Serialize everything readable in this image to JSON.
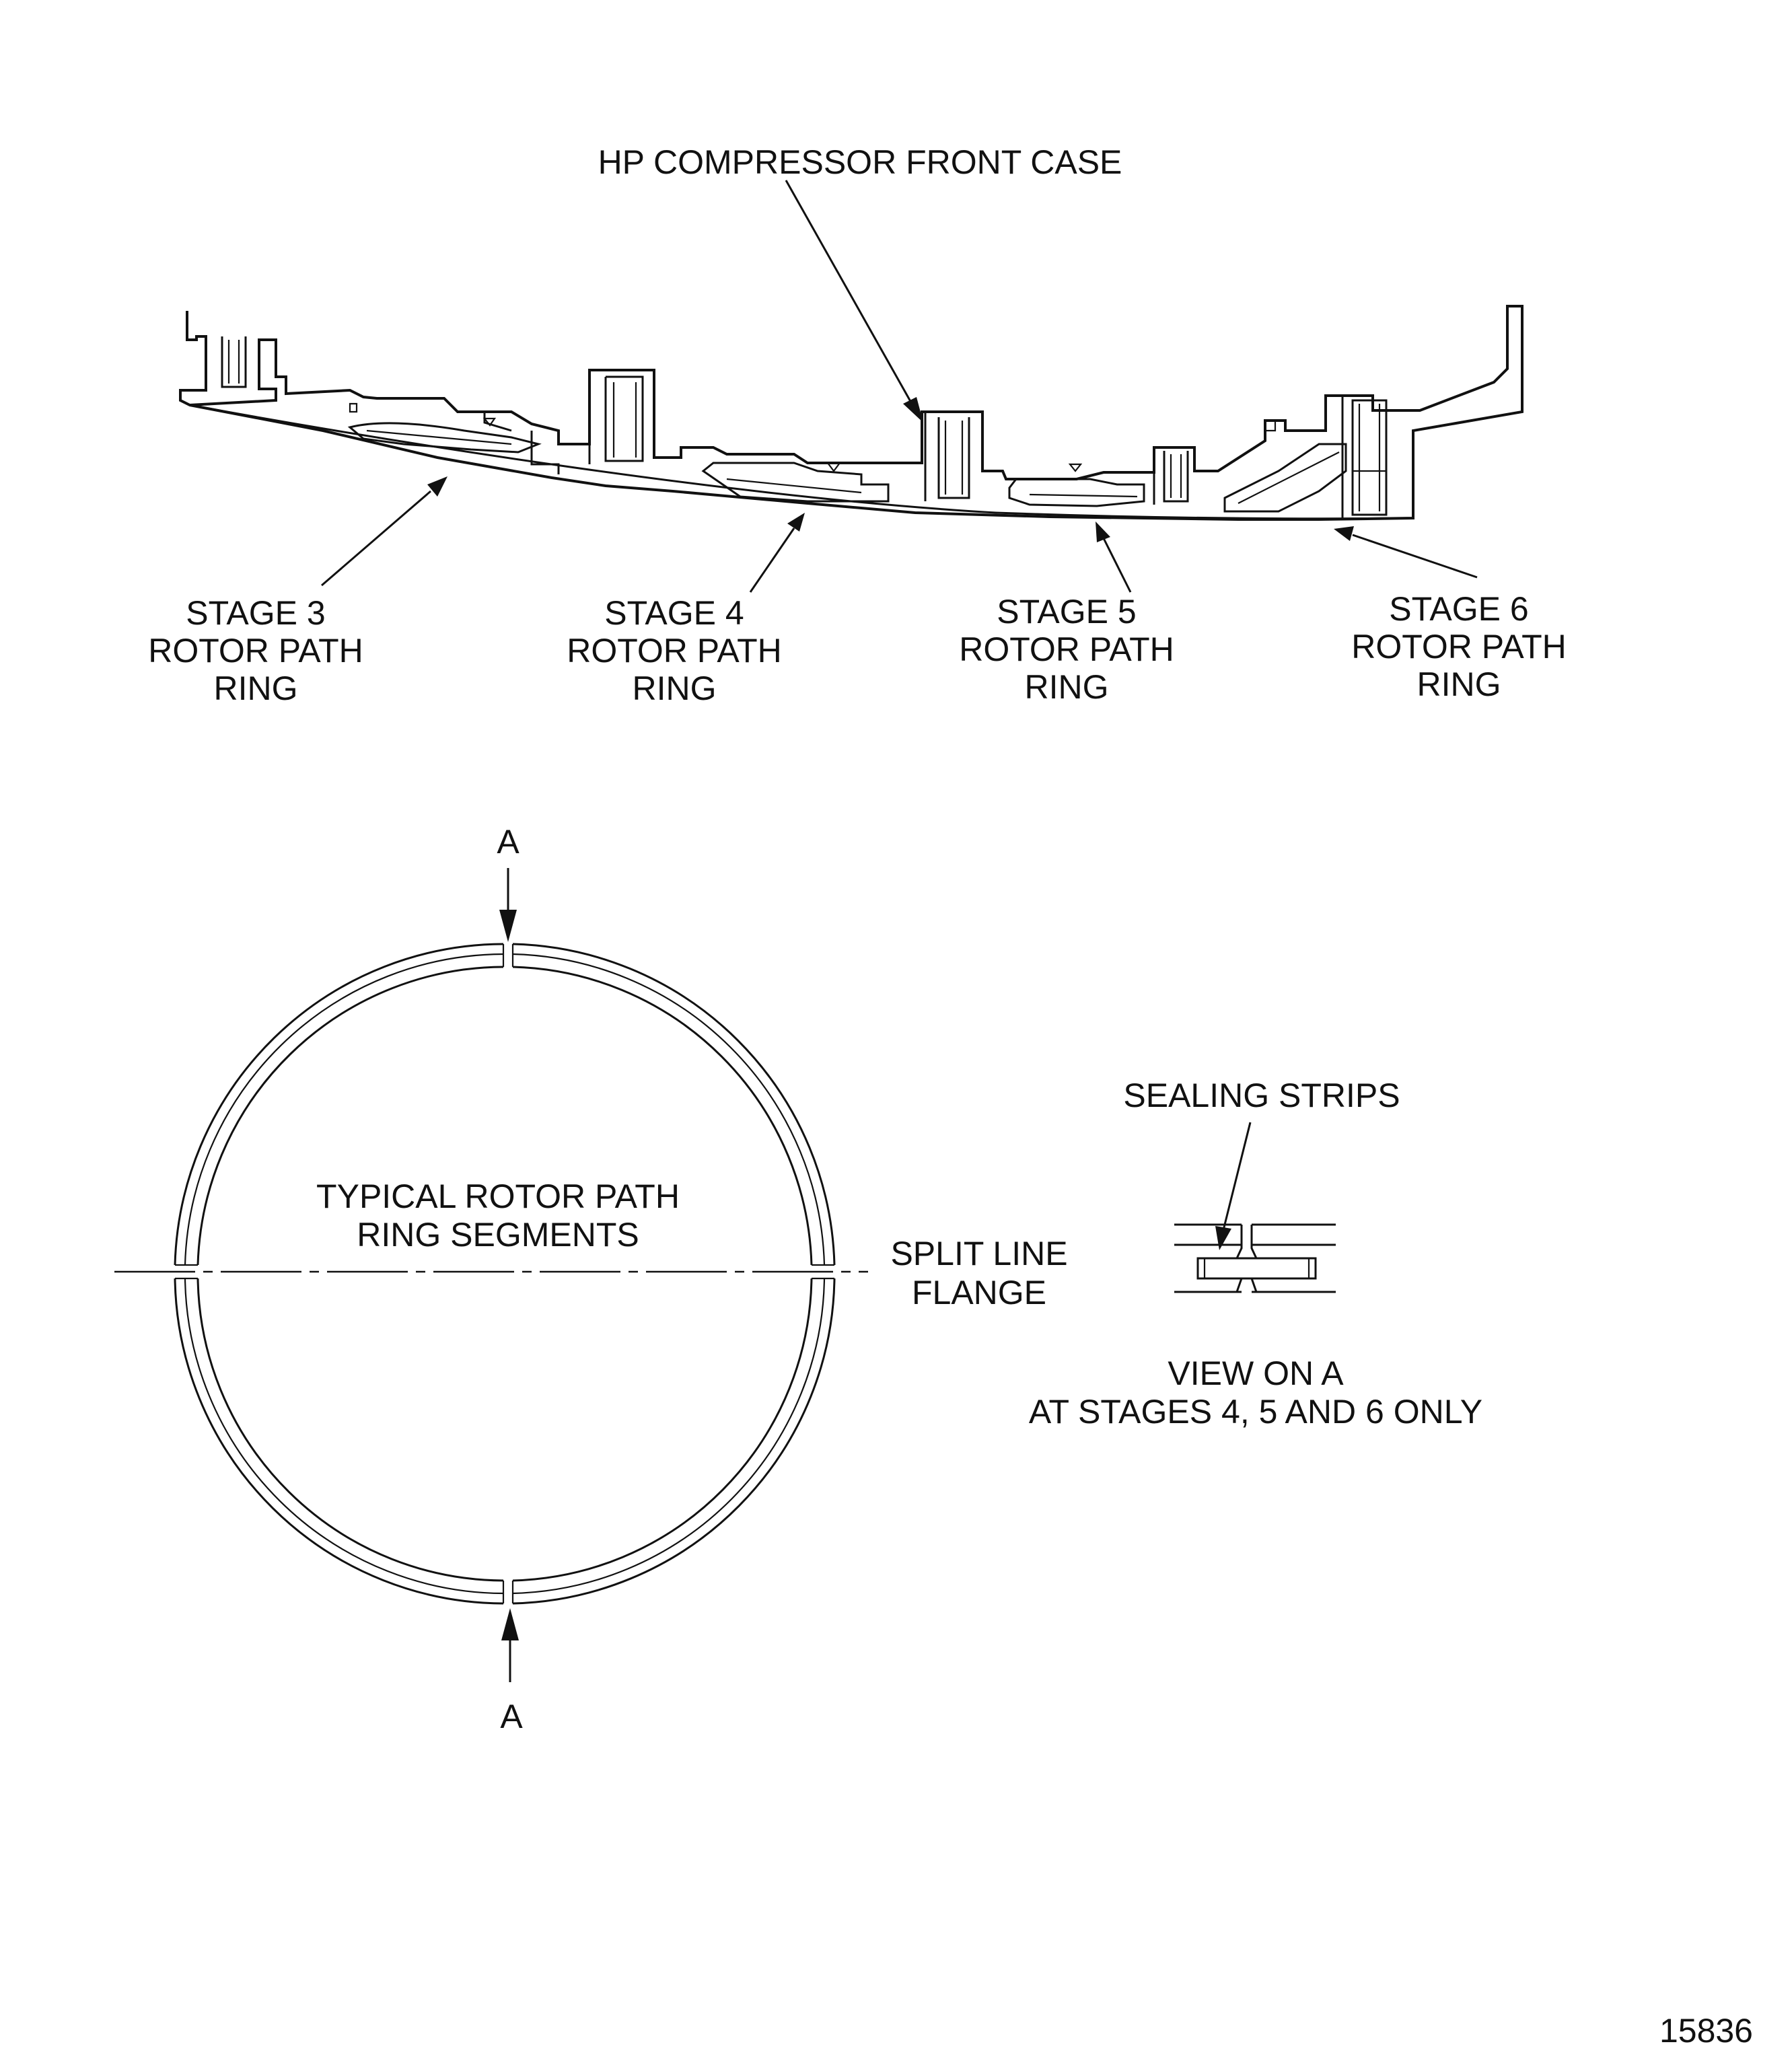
{
  "labels": {
    "case_title": "HP COMPRESSOR FRONT CASE",
    "stage3": [
      "STAGE 3",
      "ROTOR PATH",
      "RING"
    ],
    "stage4": [
      "STAGE 4",
      "ROTOR PATH",
      "RING"
    ],
    "stage5": [
      "STAGE 5",
      "ROTOR PATH",
      "RING"
    ],
    "stage6": [
      "STAGE 6",
      "ROTOR PATH",
      "RING"
    ],
    "section_top": "A",
    "section_bottom": "A",
    "ring_segments": [
      "TYPICAL ROTOR PATH",
      "RING SEGMENTS"
    ],
    "split_line": [
      "SPLIT LINE",
      "FLANGE"
    ],
    "sealing_strips": "SEALING STRIPS",
    "view_on_a": [
      "VIEW ON A",
      "AT STAGES 4, 5 AND 6 ONLY"
    ],
    "figure_number": "15836"
  }
}
